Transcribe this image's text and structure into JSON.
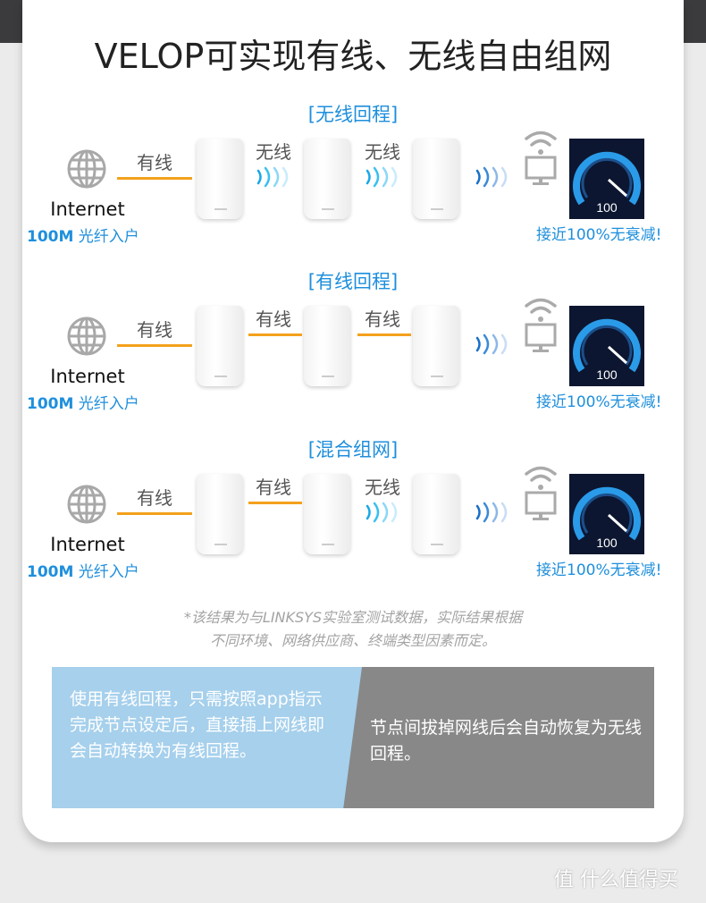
{
  "title": "VELOP可实现有线、无线自由组网",
  "common": {
    "internet": "Internet",
    "fiber_bold": "100M",
    "fiber": " 光纤入户",
    "first_link": "有线",
    "result": "接近100%无衰减!",
    "speed": "100"
  },
  "sections": [
    {
      "title": "[无线回程]",
      "links": [
        "无线",
        "无线"
      ],
      "types": [
        "wireless",
        "wireless"
      ]
    },
    {
      "title": "[有线回程]",
      "links": [
        "有线",
        "有线"
      ],
      "types": [
        "wired",
        "wired"
      ]
    },
    {
      "title": "[混合组网]",
      "links": [
        "有线",
        "无线"
      ],
      "types": [
        "wired",
        "wireless"
      ]
    }
  ],
  "note": {
    "line1": "*该结果为与LINKSYS实验室测试数据，实际结果根据",
    "line2": "不同环境、网络供应商、终端类型因素而定。"
  },
  "panel": {
    "left": "使用有线回程，只需按照app指示完成节点设定后，直接插上网线即会自动转换为有线回程。",
    "right": "节点间拔掉网线后会自动恢复为无线回程。"
  },
  "watermark": "值 什么值得买",
  "colors": {
    "accent": "#1e8fdc",
    "wire": "#f4a11c",
    "panel_left": "#a6d0ec",
    "panel_right": "#888888"
  }
}
